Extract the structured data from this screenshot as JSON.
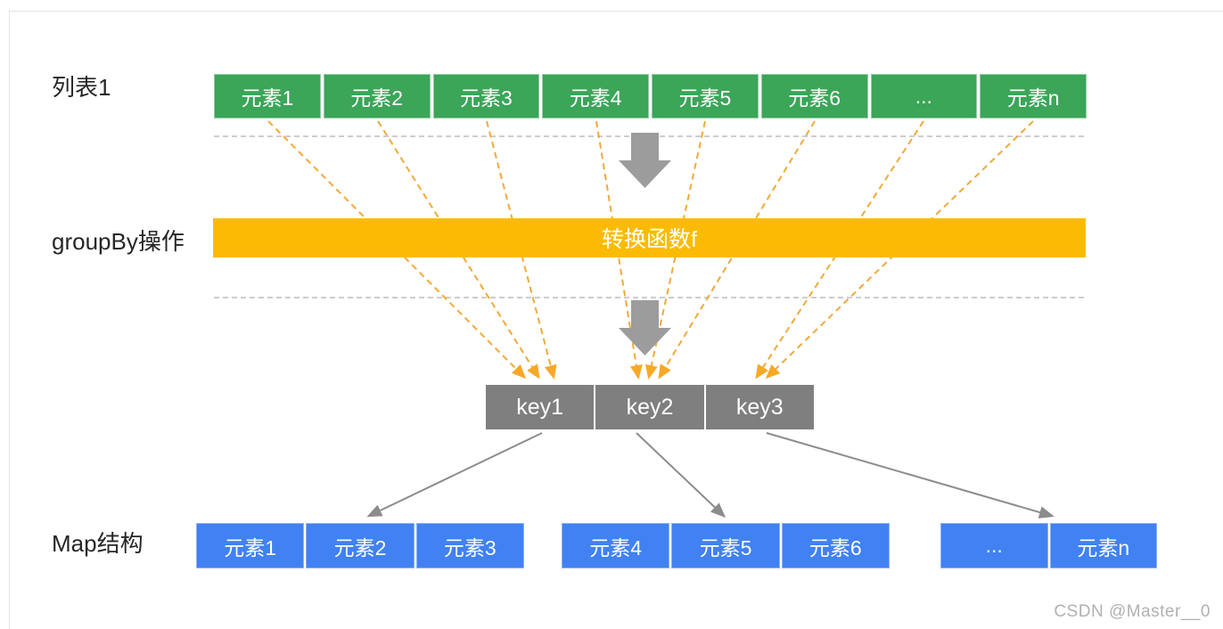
{
  "labels": {
    "source_row": "列表1",
    "operation": "groupBy操作",
    "result": "Map结构"
  },
  "source_row": {
    "cells": [
      "元素1",
      "元素2",
      "元素3",
      "元素4",
      "元素5",
      "元素6",
      "...",
      "元素n"
    ]
  },
  "transform_bar": {
    "label": "转换函数f"
  },
  "keys_row": {
    "cells": [
      "key1",
      "key2",
      "key3"
    ]
  },
  "map_groups": {
    "group1": {
      "cells": [
        "元素1",
        "元素2",
        "元素3"
      ]
    },
    "group2": {
      "cells": [
        "元素4",
        "元素5",
        "元素6"
      ]
    },
    "group3": {
      "cells": [
        "...",
        "元素n"
      ]
    }
  },
  "watermark": "CSDN @Master__0",
  "colors": {
    "green": "#3BA558",
    "yellow": "#FBBB04",
    "key_gray": "#7F7F7F",
    "blue": "#4181F1",
    "connector": "#F2A93B",
    "connector_head": "#F9A825",
    "block_arrow": "#9C9C9C",
    "thin_arrow": "#8C8C8C",
    "dashline": "#cdcdcd",
    "watermark": "#b1b1b1"
  }
}
